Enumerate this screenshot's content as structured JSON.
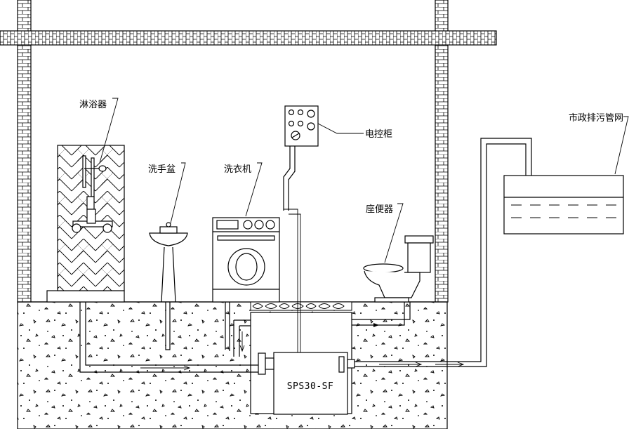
{
  "labels": {
    "shower": "淋浴器",
    "basin": "洗手盆",
    "washer": "洗衣机",
    "control": "电控柜",
    "toilet": "座便器",
    "sewer": "市政排污管网"
  },
  "unit": {
    "model": "SPS30-SF"
  }
}
